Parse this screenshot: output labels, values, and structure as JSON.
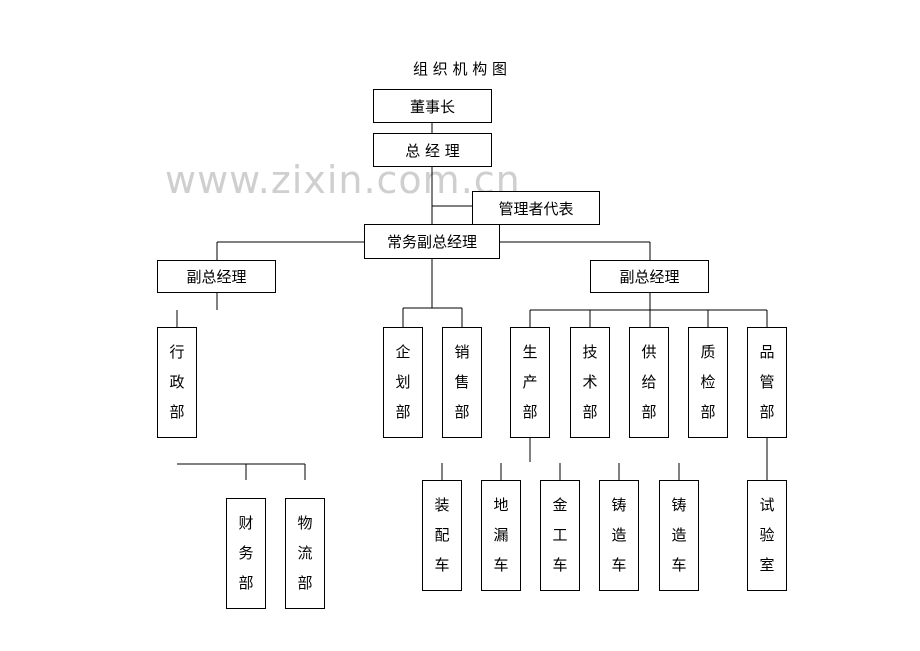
{
  "title": "组 织 机 构 图",
  "watermark": "www.zixin.com.cn",
  "nodes": {
    "chairman": "董事长",
    "gm": "总 经 理",
    "mgmt_rep": "管理者代表",
    "exec_vgm": "常务副总经理",
    "vgm_left": "副总经理",
    "vgm_right": "副总经理",
    "admin": [
      "行",
      "政",
      "部"
    ],
    "planning": [
      "企",
      "划",
      "部"
    ],
    "sales": [
      "销",
      "售",
      "部"
    ],
    "production": [
      "生",
      "产",
      "部"
    ],
    "technology": [
      "技",
      "术",
      "部"
    ],
    "supply": [
      "供",
      "给",
      "部"
    ],
    "qc": [
      "质",
      "检",
      "部"
    ],
    "quality_mgmt": [
      "品",
      "管",
      "部"
    ],
    "finance": [
      "财",
      "务",
      "部"
    ],
    "logistics": [
      "物",
      "流",
      "部"
    ],
    "assembly": [
      "装",
      "配",
      "车"
    ],
    "floor": [
      "地",
      "漏",
      "车"
    ],
    "metalwork": [
      "金",
      "工",
      "车"
    ],
    "casting1": [
      "铸",
      "造",
      "车"
    ],
    "casting2": [
      "铸",
      "造",
      "车"
    ],
    "lab": [
      "试",
      "验",
      "室"
    ]
  }
}
